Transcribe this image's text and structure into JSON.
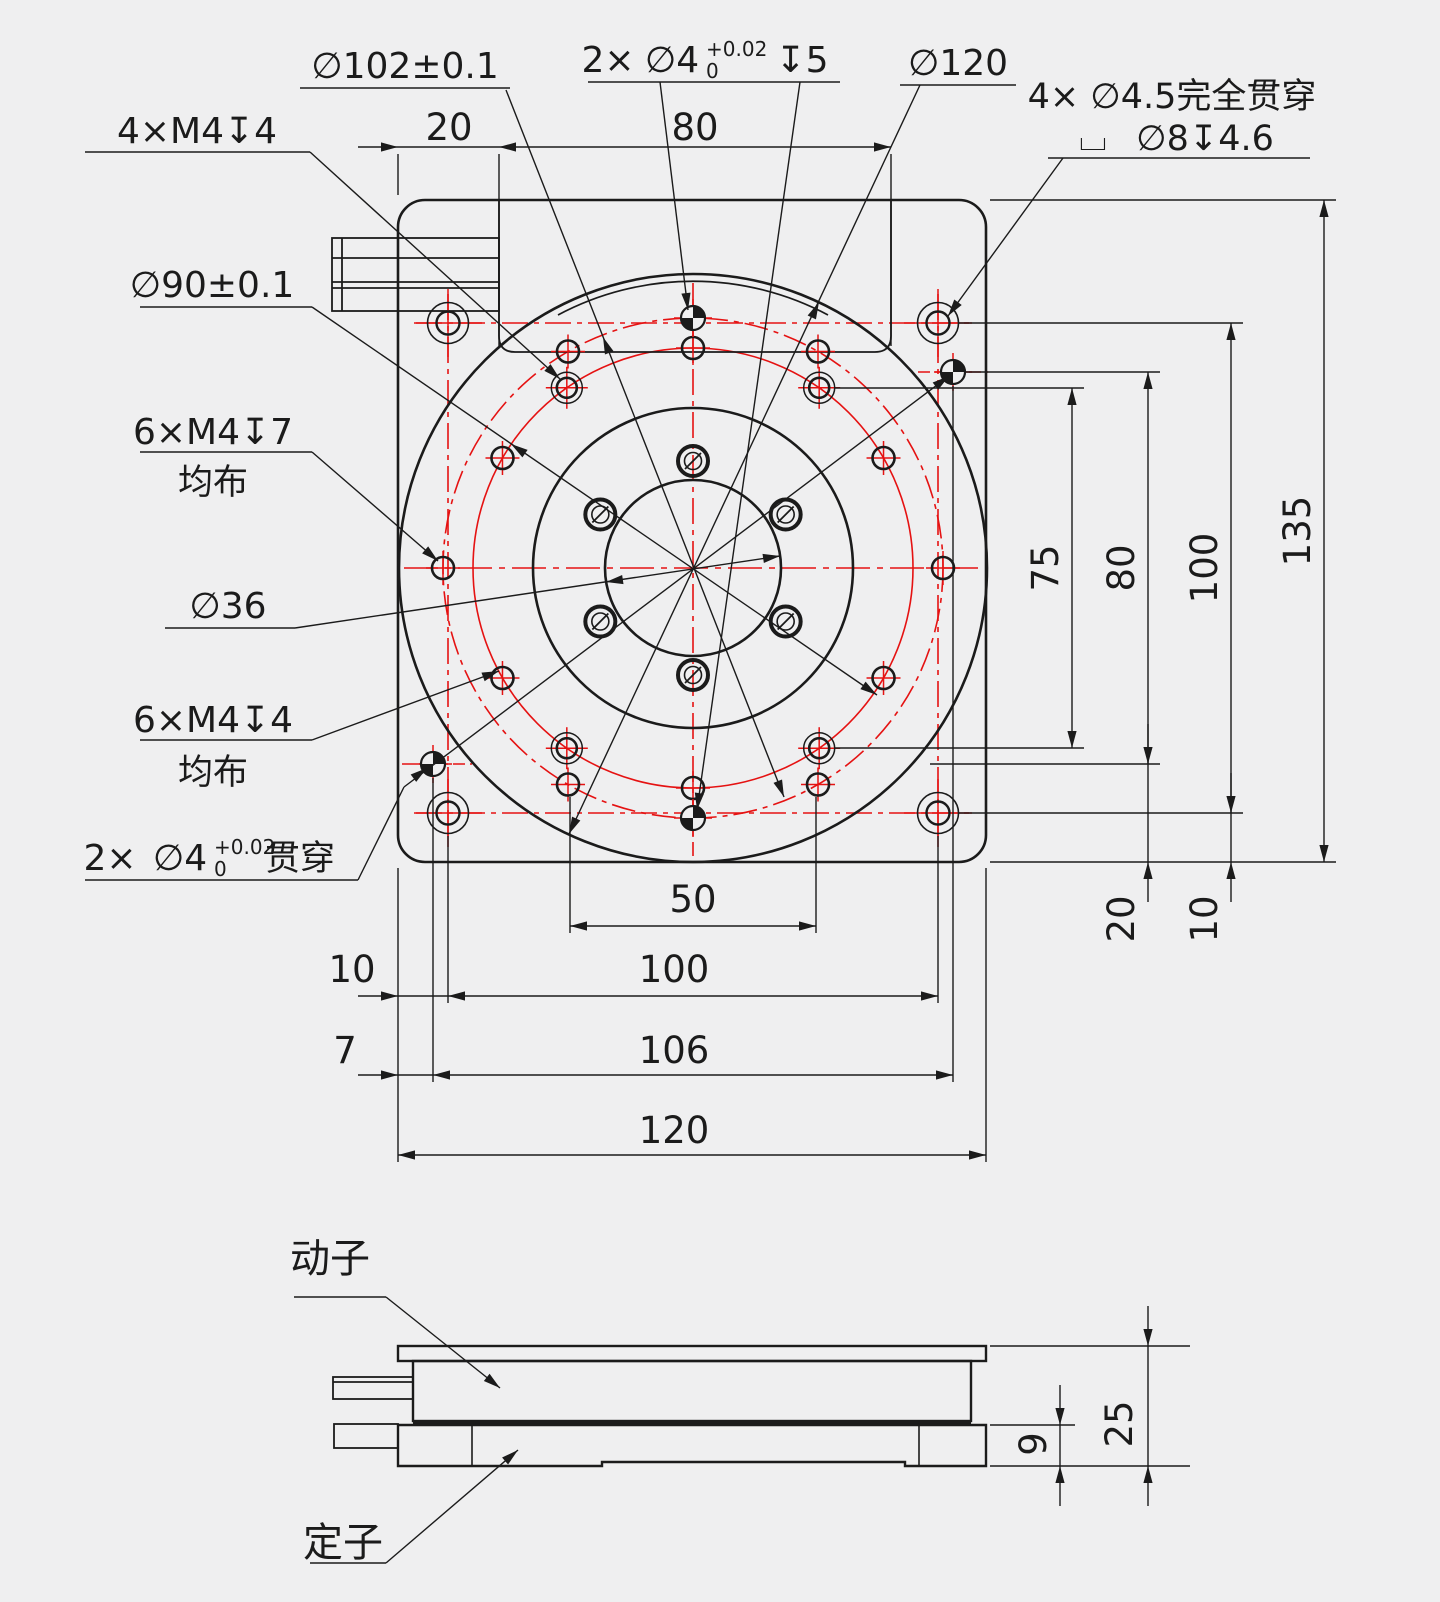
{
  "drawing_title": "rotary-stage-mechanical-drawing",
  "colors": {
    "background": "#efeff0",
    "line": "#1b1b1b",
    "centerline_red": "#e51212"
  },
  "callouts": {
    "corner_taps_label": "4×M4↧4",
    "d102_label": "∅102±0.1",
    "pin_blind": {
      "prefix": "2×",
      "dia": "∅4",
      "tol_up": "+0.02",
      "tol_dn": "0",
      "suffix": "↧5"
    },
    "d120_label": "∅120",
    "cbore": {
      "line1": "4× ∅4.5完全贯穿",
      "symbol": "⌴",
      "line2": "∅8↧4.6"
    },
    "d90_label": "∅90±0.1",
    "taps_deep": {
      "line1": "6×M4↧7",
      "line2": "均布"
    },
    "d36_label": "∅36",
    "taps_shallow": {
      "line1": "6×M4↧4",
      "line2": "均布"
    },
    "pin_thru": {
      "prefix": "2×",
      "dia": "∅4",
      "tol_up": "+0.02",
      "tol_dn": "0",
      "suffix": "贯穿"
    }
  },
  "dimensions": {
    "top": {
      "d20": "20",
      "d80": "80"
    },
    "right": {
      "d75": "75",
      "d80": "80",
      "d100": "100",
      "d135": "135",
      "d20": "20",
      "d10": "10"
    },
    "bottom": {
      "d50": "50",
      "d10": "10",
      "d100": "100",
      "d7": "7",
      "d106": "106",
      "d120": "120"
    },
    "section": {
      "d25": "25",
      "d9": "9"
    }
  },
  "section_labels": {
    "mover": "动子",
    "stator": "定子"
  }
}
